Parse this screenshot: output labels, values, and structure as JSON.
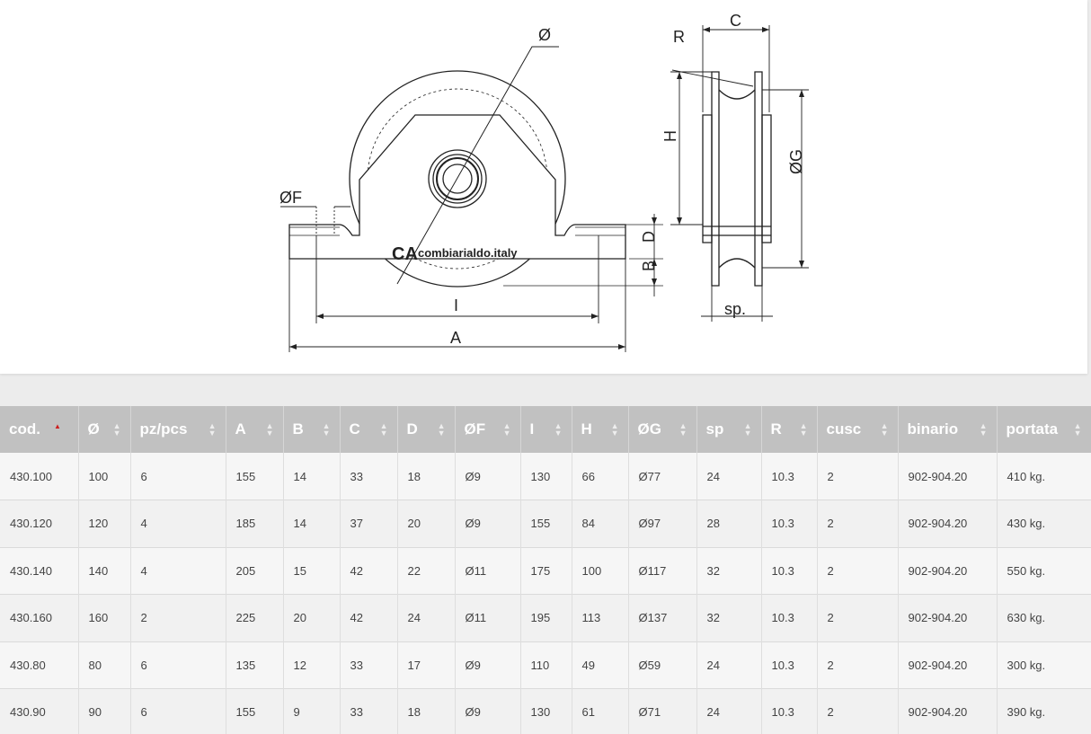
{
  "drawing": {
    "logo_text": "combiarialdo.italy",
    "logo_mark": "CA",
    "labels": {
      "diameter": "Ø",
      "f": "ØF",
      "d": "D",
      "b": "B",
      "i": "I",
      "a": "A",
      "r": "R",
      "c": "C",
      "h": "H",
      "g": "ØG",
      "sp": "sp."
    }
  },
  "table": {
    "headers": [
      "cod.",
      "Ø",
      "pz/pcs",
      "A",
      "B",
      "C",
      "D",
      "ØF",
      "I",
      "H",
      "ØG",
      "sp",
      "R",
      "cusc",
      "binario",
      "portata"
    ],
    "rows": [
      [
        "430.100",
        "100",
        "6",
        "155",
        "14",
        "33",
        "18",
        "Ø9",
        "130",
        "66",
        "Ø77",
        "24",
        "10.3",
        "2",
        "902-904.20",
        "410 kg."
      ],
      [
        "430.120",
        "120",
        "4",
        "185",
        "14",
        "37",
        "20",
        "Ø9",
        "155",
        "84",
        "Ø97",
        "28",
        "10.3",
        "2",
        "902-904.20",
        "430 kg."
      ],
      [
        "430.140",
        "140",
        "4",
        "205",
        "15",
        "42",
        "22",
        "Ø11",
        "175",
        "100",
        "Ø117",
        "32",
        "10.3",
        "2",
        "902-904.20",
        "550 kg."
      ],
      [
        "430.160",
        "160",
        "2",
        "225",
        "20",
        "42",
        "24",
        "Ø11",
        "195",
        "113",
        "Ø137",
        "32",
        "10.3",
        "2",
        "902-904.20",
        "630 kg."
      ],
      [
        "430.80",
        "80",
        "6",
        "135",
        "12",
        "33",
        "17",
        "Ø9",
        "110",
        "49",
        "Ø59",
        "24",
        "10.3",
        "2",
        "902-904.20",
        "300 kg."
      ],
      [
        "430.90",
        "90",
        "6",
        "155",
        "9",
        "33",
        "18",
        "Ø9",
        "130",
        "61",
        "Ø71",
        "24",
        "10.3",
        "2",
        "902-904.20",
        "390 kg."
      ]
    ]
  }
}
